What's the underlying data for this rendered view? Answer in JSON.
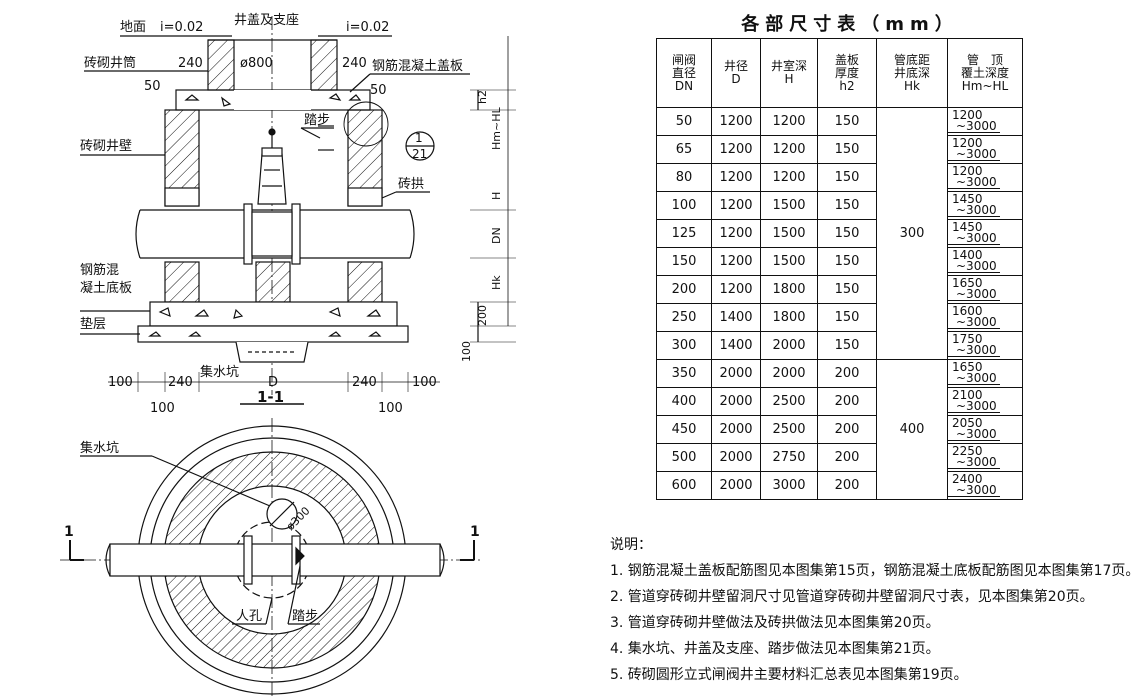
{
  "section": {
    "ground_label": "地面",
    "slope_left": "i=0.02",
    "slope_right": "i=0.02",
    "cover_support": "井盖及支座",
    "shaft": "砖砌井筒",
    "cover_slab": "钢筋混凝土盖板",
    "dim_240": "240",
    "dim_800": "ø800",
    "dim_50": "50",
    "h2": "h2",
    "hm_hl": "Hm~HL",
    "step": "踏步",
    "detail_num": "1",
    "detail_page": "21",
    "wall": "砖砌井壁",
    "arch": "砖拱",
    "H": "H",
    "DN": "DN",
    "Hk": "Hk",
    "base_slab_1": "钢筋混",
    "base_slab_2": "凝土底板",
    "cushion": "垫层",
    "dim_200": "200",
    "dim_100": "100",
    "sump": "集水坑",
    "D": "D",
    "section_id": "1-1"
  },
  "plan": {
    "sump": "集水坑",
    "dim_300": "ø300",
    "manhole": "人孔",
    "step": "踏步",
    "cut_mark": "1"
  },
  "table": {
    "title": "各部尺寸表（mm）",
    "headers": [
      [
        "闸阀",
        "直径",
        "DN"
      ],
      [
        "井径",
        "D"
      ],
      [
        "井室深",
        "H"
      ],
      [
        "盖板",
        "厚度",
        "h2"
      ],
      [
        "管底距",
        "井底深",
        "Hk"
      ],
      [
        "管　顶",
        "覆土深度",
        "Hm~HL"
      ]
    ],
    "rows": [
      {
        "dn": "50",
        "d": "1200",
        "h": "1200",
        "h2": "150",
        "hm": "1200",
        "hl": "~3000"
      },
      {
        "dn": "65",
        "d": "1200",
        "h": "1200",
        "h2": "150",
        "hm": "1200",
        "hl": "~3000"
      },
      {
        "dn": "80",
        "d": "1200",
        "h": "1200",
        "h2": "150",
        "hm": "1200",
        "hl": "~3000"
      },
      {
        "dn": "100",
        "d": "1200",
        "h": "1500",
        "h2": "150",
        "hm": "1450",
        "hl": "~3000"
      },
      {
        "dn": "125",
        "d": "1200",
        "h": "1500",
        "h2": "150",
        "hm": "1450",
        "hl": "~3000"
      },
      {
        "dn": "150",
        "d": "1200",
        "h": "1500",
        "h2": "150",
        "hm": "1400",
        "hl": "~3000"
      },
      {
        "dn": "200",
        "d": "1200",
        "h": "1800",
        "h2": "150",
        "hm": "1650",
        "hl": "~3000"
      },
      {
        "dn": "250",
        "d": "1400",
        "h": "1800",
        "h2": "150",
        "hm": "1600",
        "hl": "~3000"
      },
      {
        "dn": "300",
        "d": "1400",
        "h": "2000",
        "h2": "150",
        "hm": "1750",
        "hl": "~3000"
      },
      {
        "dn": "350",
        "d": "2000",
        "h": "2000",
        "h2": "200",
        "hm": "1650",
        "hl": "~3000"
      },
      {
        "dn": "400",
        "d": "2000",
        "h": "2500",
        "h2": "200",
        "hm": "2100",
        "hl": "~3000"
      },
      {
        "dn": "450",
        "d": "2000",
        "h": "2500",
        "h2": "200",
        "hm": "2050",
        "hl": "~3000"
      },
      {
        "dn": "500",
        "d": "2000",
        "h": "2750",
        "h2": "200",
        "hm": "2250",
        "hl": "~3000"
      },
      {
        "dn": "600",
        "d": "2000",
        "h": "3000",
        "h2": "200",
        "hm": "2400",
        "hl": "~3000"
      }
    ],
    "hk_group1": "300",
    "hk_group2": "400"
  },
  "notes": {
    "heading": "说明：",
    "items": [
      "1. 钢筋混凝土盖板配筋图见本图集第15页，钢筋混凝土底板配筋图见本图集第17页。",
      "2. 管道穿砖砌井壁留洞尺寸见管道穿砖砌井壁留洞尺寸表，见本图集第20页。",
      "3. 管道穿砖砌井壁做法及砖拱做法见本图集第20页。",
      "4. 集水坑、井盖及支座、踏步做法见本图集第21页。",
      "5. 砖砌圆形立式闸阀井主要材料汇总表见本图集第19页。"
    ]
  }
}
